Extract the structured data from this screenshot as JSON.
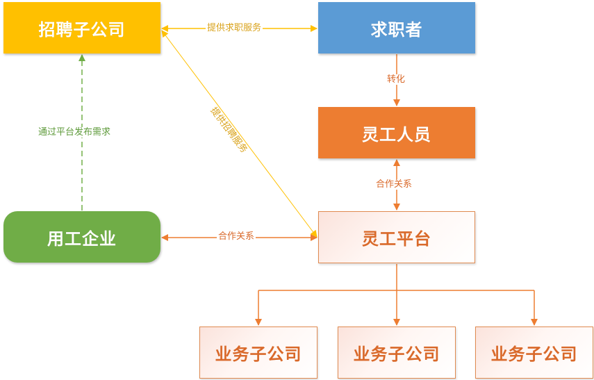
{
  "colors": {
    "recruit": "#FFC000",
    "seeker": "#5B9BD5",
    "flex_worker": "#ED7D31",
    "employer": "#70AD47",
    "platform_text": "#D9692A",
    "arrow_yellow": "#FFC000",
    "arrow_orange": "#ED7D31",
    "arrow_green": "#70AD47"
  },
  "nodes": {
    "recruit_subsidiary": "招聘子公司",
    "job_seeker": "求职者",
    "flex_worker": "灵工人员",
    "employer": "用工企业",
    "flex_platform": "灵工平台",
    "business_subsidiaries": [
      "业务子公司",
      "业务子公司",
      "业务子公司"
    ]
  },
  "edges": {
    "recruit_to_seeker": "提供求职服务",
    "seeker_to_flex": "转化",
    "flex_to_platform": "合作关系",
    "employer_to_platform": "合作关系",
    "employer_to_recruit": "通过平台发布需求",
    "recruit_to_platform": "提供招聘服务"
  }
}
